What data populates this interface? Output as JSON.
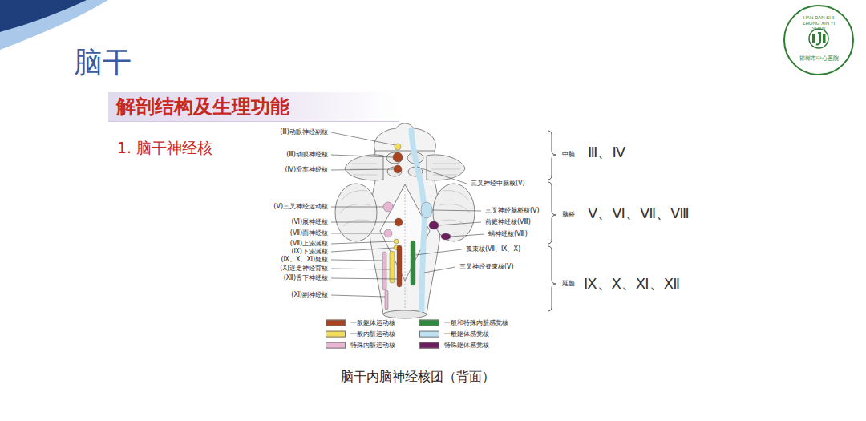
{
  "diagram": {
    "title": "脑干",
    "caption": "脑干内脑神经核团（背面）",
    "nodes": [
      {
        "text": [
          "解剖结构及生理功能"
        ]
      },
      {
        "text": [
          "HAN DAN SHI ZHONG XIN YI YUAN",
          "邯郸市中心医院"
        ]
      }
    ],
    "labels": [
      "1. 脑干神经核",
      "(Ⅲ)动眼神经副核",
      "(Ⅲ)动眼神经核",
      "(Ⅳ)滑车神经核",
      "(Ⅴ)三叉神经运动核",
      "(Ⅵ)展神经核",
      "(Ⅶ)面神经核",
      "(Ⅶ)上泌涎核",
      "(Ⅸ)下泌涎核",
      "(Ⅸ、Ⅹ、Ⅺ)疑核",
      "(Ⅹ)迷走神经背核",
      "(Ⅻ)舌下神经核",
      "(Ⅺ)副神经核",
      "三叉神经中脑核(Ⅴ)",
      "三叉神经脑桥核(Ⅴ)",
      "前庭神经核(Ⅷ)",
      "蜗神经核(Ⅷ)",
      "孤束核(Ⅶ、Ⅸ、Ⅹ)",
      "三叉神经脊束核(Ⅴ)",
      "中脑",
      "Ⅲ、Ⅳ",
      "脑桥",
      "Ⅴ、Ⅵ、Ⅶ、Ⅷ",
      "延髓",
      "Ⅸ、Ⅹ、Ⅺ、Ⅻ"
    ],
    "legend": [
      {
        "text": "一般躯体运动核",
        "color": "#a8431f"
      },
      {
        "text": "一般和特殊内脏感觉核",
        "color": "#2e8b3e"
      },
      {
        "text": "一般内脏运动核",
        "color": "#f2dc5a"
      },
      {
        "text": "一般躯体感觉核",
        "color": "#bfe0f0"
      },
      {
        "text": "特殊内脏运动核",
        "color": "#e7b6d2"
      },
      {
        "text": "特殊躯体感觉核",
        "color": "#6b1f5e"
      }
    ]
  }
}
